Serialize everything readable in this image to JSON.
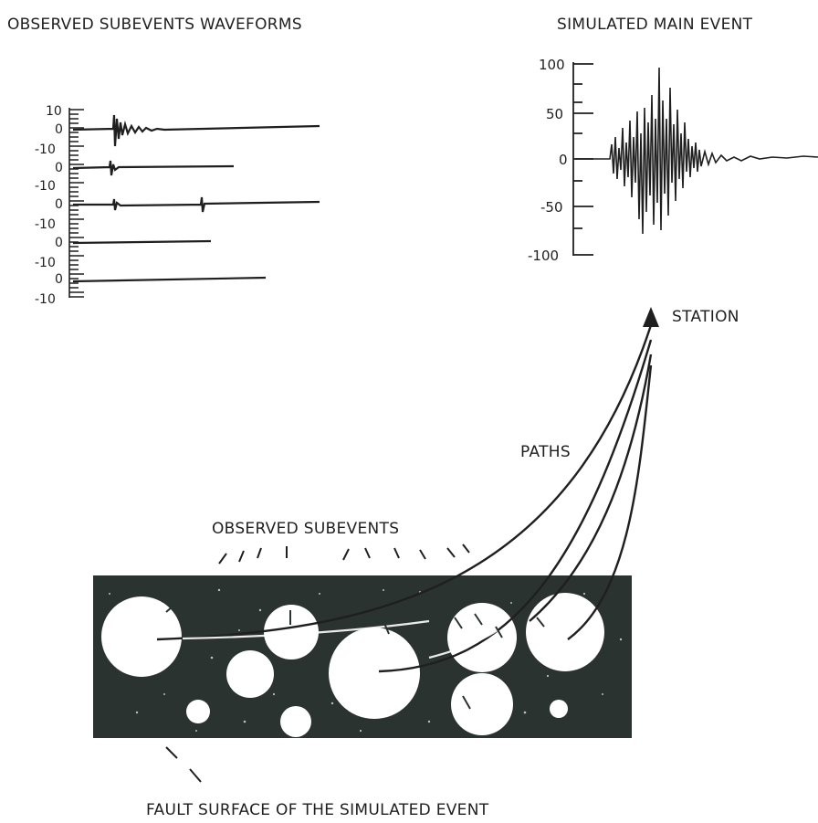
{
  "observed_panel": {
    "title": "OBSERVED SUBEVENTS WAVEFORMS",
    "axis_labels": [
      "10",
      "0",
      "-10",
      "0",
      "-10",
      "0",
      "-10",
      "0",
      "-10",
      "0",
      "-10"
    ]
  },
  "simulated_panel": {
    "title": "SIMULATED MAIN EVENT",
    "y_ticks": [
      "100",
      "50",
      "0",
      "-50",
      "-100"
    ]
  },
  "labels": {
    "station": "STATION",
    "paths": "PATHS",
    "observed_subevents": "OBSERVED SUBEVENTS",
    "fault_surface": "FAULT SURFACE OF THE SIMULATED EVENT"
  },
  "colors": {
    "ink": "#1f1f1f",
    "fault": "#2b3330",
    "paper": "#ffffff"
  }
}
